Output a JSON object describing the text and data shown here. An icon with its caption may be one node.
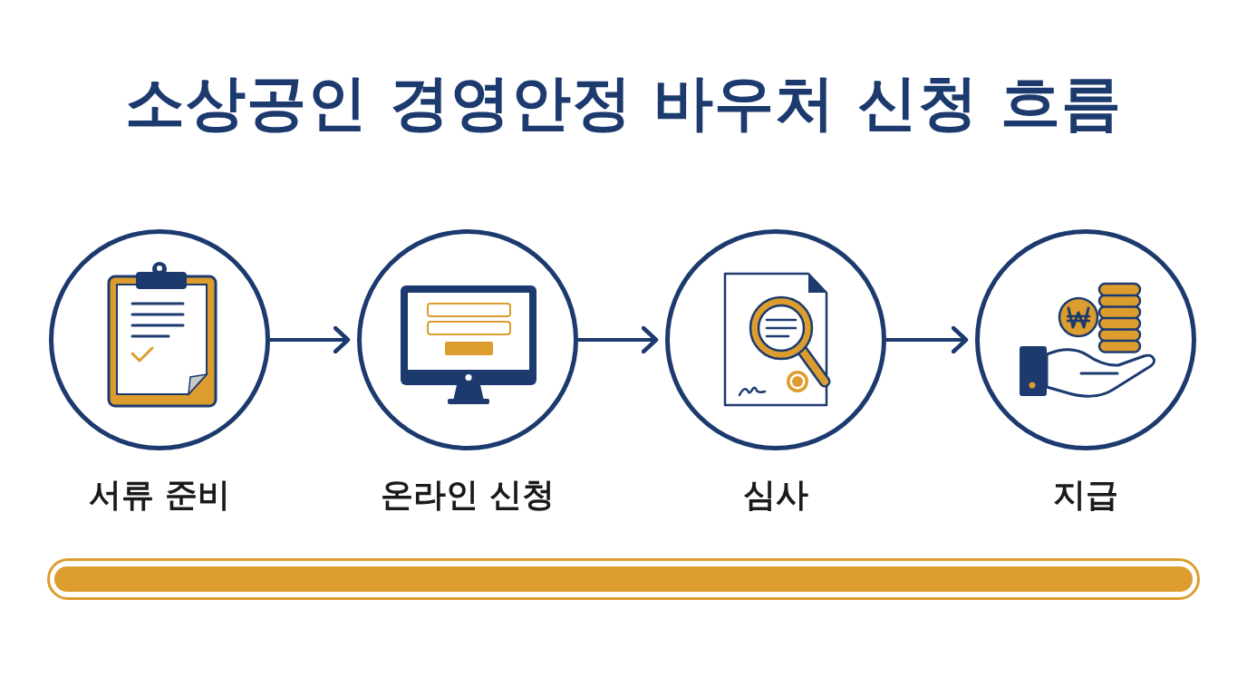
{
  "diagram": {
    "title": "소상공인 경영안정 바우처 신청 흐름",
    "nodes": [
      {
        "text": [
          "서류 준비"
        ]
      },
      {
        "text": [
          "온라인 신청"
        ]
      },
      {
        "text": [
          "심사"
        ]
      },
      {
        "text": [
          "지급"
        ]
      }
    ],
    "edges": [
      {
        "from": 0,
        "to": 1,
        "arrow": "to"
      },
      {
        "from": 1,
        "to": 2,
        "arrow": "to"
      },
      {
        "from": 2,
        "to": 3,
        "arrow": "to"
      }
    ]
  }
}
